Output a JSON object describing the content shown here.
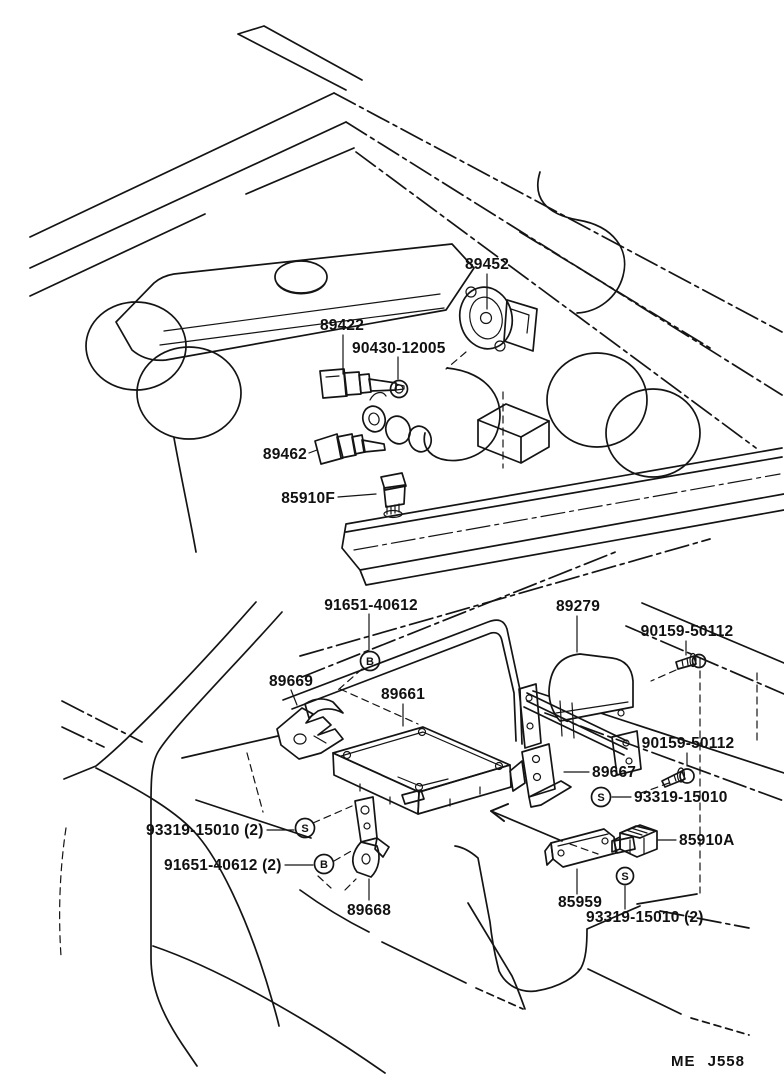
{
  "diagram": {
    "description": "Toyota electrical parts exploded diagram (engine bay sensors and cabin ECU area)",
    "footer_code": "ME J558",
    "colors": {
      "background": "#ffffff",
      "ink": "#141414"
    },
    "callouts": [
      {
        "part_number": "89452"
      },
      {
        "part_number": "89422"
      },
      {
        "part_number": "90430-12005"
      },
      {
        "part_number": "89462"
      },
      {
        "part_number": "85910F"
      },
      {
        "part_number": "91651-40612"
      },
      {
        "part_number": "89669"
      },
      {
        "part_number": "89661"
      },
      {
        "part_number": "89279"
      },
      {
        "part_number": "90159-50112"
      },
      {
        "part_number": "90159-50112"
      },
      {
        "part_number": "89667"
      },
      {
        "part_number": "93319-15010"
      },
      {
        "part_number": "85910A"
      },
      {
        "part_number": "85959"
      },
      {
        "part_number": "93319-15010 (2)"
      },
      {
        "part_number": "93319-15010 (2)"
      },
      {
        "part_number": "91651-40612 (2)"
      },
      {
        "part_number": "89668"
      }
    ],
    "fastener_glyphs": [
      {
        "letter": "B"
      },
      {
        "letter": "S"
      },
      {
        "letter": "B"
      },
      {
        "letter": "S"
      },
      {
        "letter": "S"
      }
    ]
  }
}
